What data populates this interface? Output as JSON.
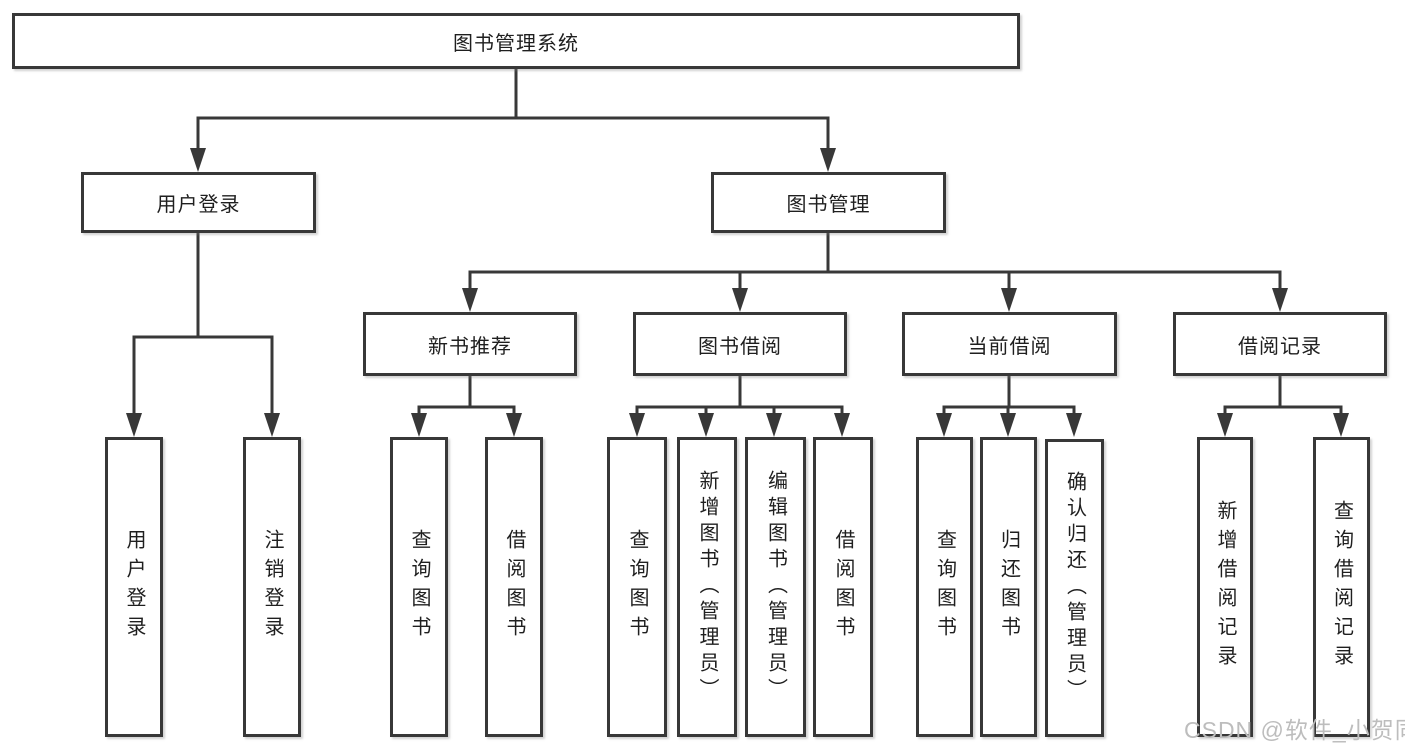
{
  "diagram": {
    "root": {
      "label": "图书管理系统"
    },
    "branches": [
      {
        "label": "用户登录",
        "children": [
          {
            "label": "用户登录"
          },
          {
            "label": "注销登录"
          }
        ]
      },
      {
        "label": "图书管理",
        "children": [
          {
            "label": "新书推荐",
            "children": [
              {
                "label": "查询图书"
              },
              {
                "label": "借阅图书"
              }
            ]
          },
          {
            "label": "图书借阅",
            "children": [
              {
                "label": "查询图书"
              },
              {
                "label": "新增图书（管理员）"
              },
              {
                "label": "编辑图书（管理员）"
              },
              {
                "label": "借阅图书"
              }
            ]
          },
          {
            "label": "当前借阅",
            "children": [
              {
                "label": "查询图书"
              },
              {
                "label": "归还图书"
              },
              {
                "label": "确认归还（管理员）"
              }
            ]
          },
          {
            "label": "借阅记录",
            "children": [
              {
                "label": "新增借阅记录"
              },
              {
                "label": "查询借阅记录"
              }
            ]
          }
        ]
      }
    ]
  },
  "watermark": {
    "text": "CSDN @软件_小贺同学"
  },
  "colors": {
    "line": "#383838",
    "box_border": "#383838",
    "box_fill": "#ffffff",
    "text": "#1f1f1f",
    "watermark": "#bdbdbd"
  }
}
